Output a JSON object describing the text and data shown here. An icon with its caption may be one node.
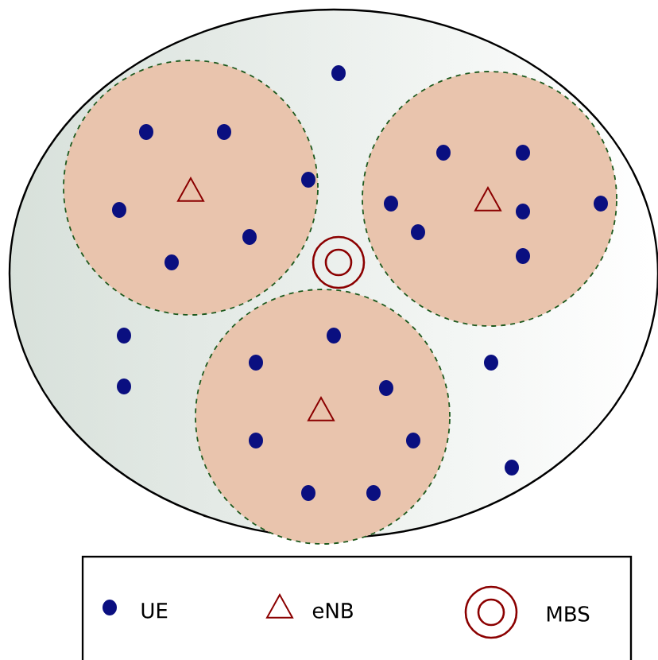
{
  "diagram": {
    "nodes": [
      {
        "text": [],
        "shape": "ellipse"
      },
      {
        "text": [],
        "shape": "circle",
        "in": 0
      },
      {
        "text": [],
        "shape": "circle",
        "in": 0
      },
      {
        "text": [],
        "shape": "circle",
        "in": 0
      }
    ],
    "legend": [
      {
        "text": "UE"
      },
      {
        "text": "eNB"
      },
      {
        "text": "MBS"
      }
    ]
  }
}
